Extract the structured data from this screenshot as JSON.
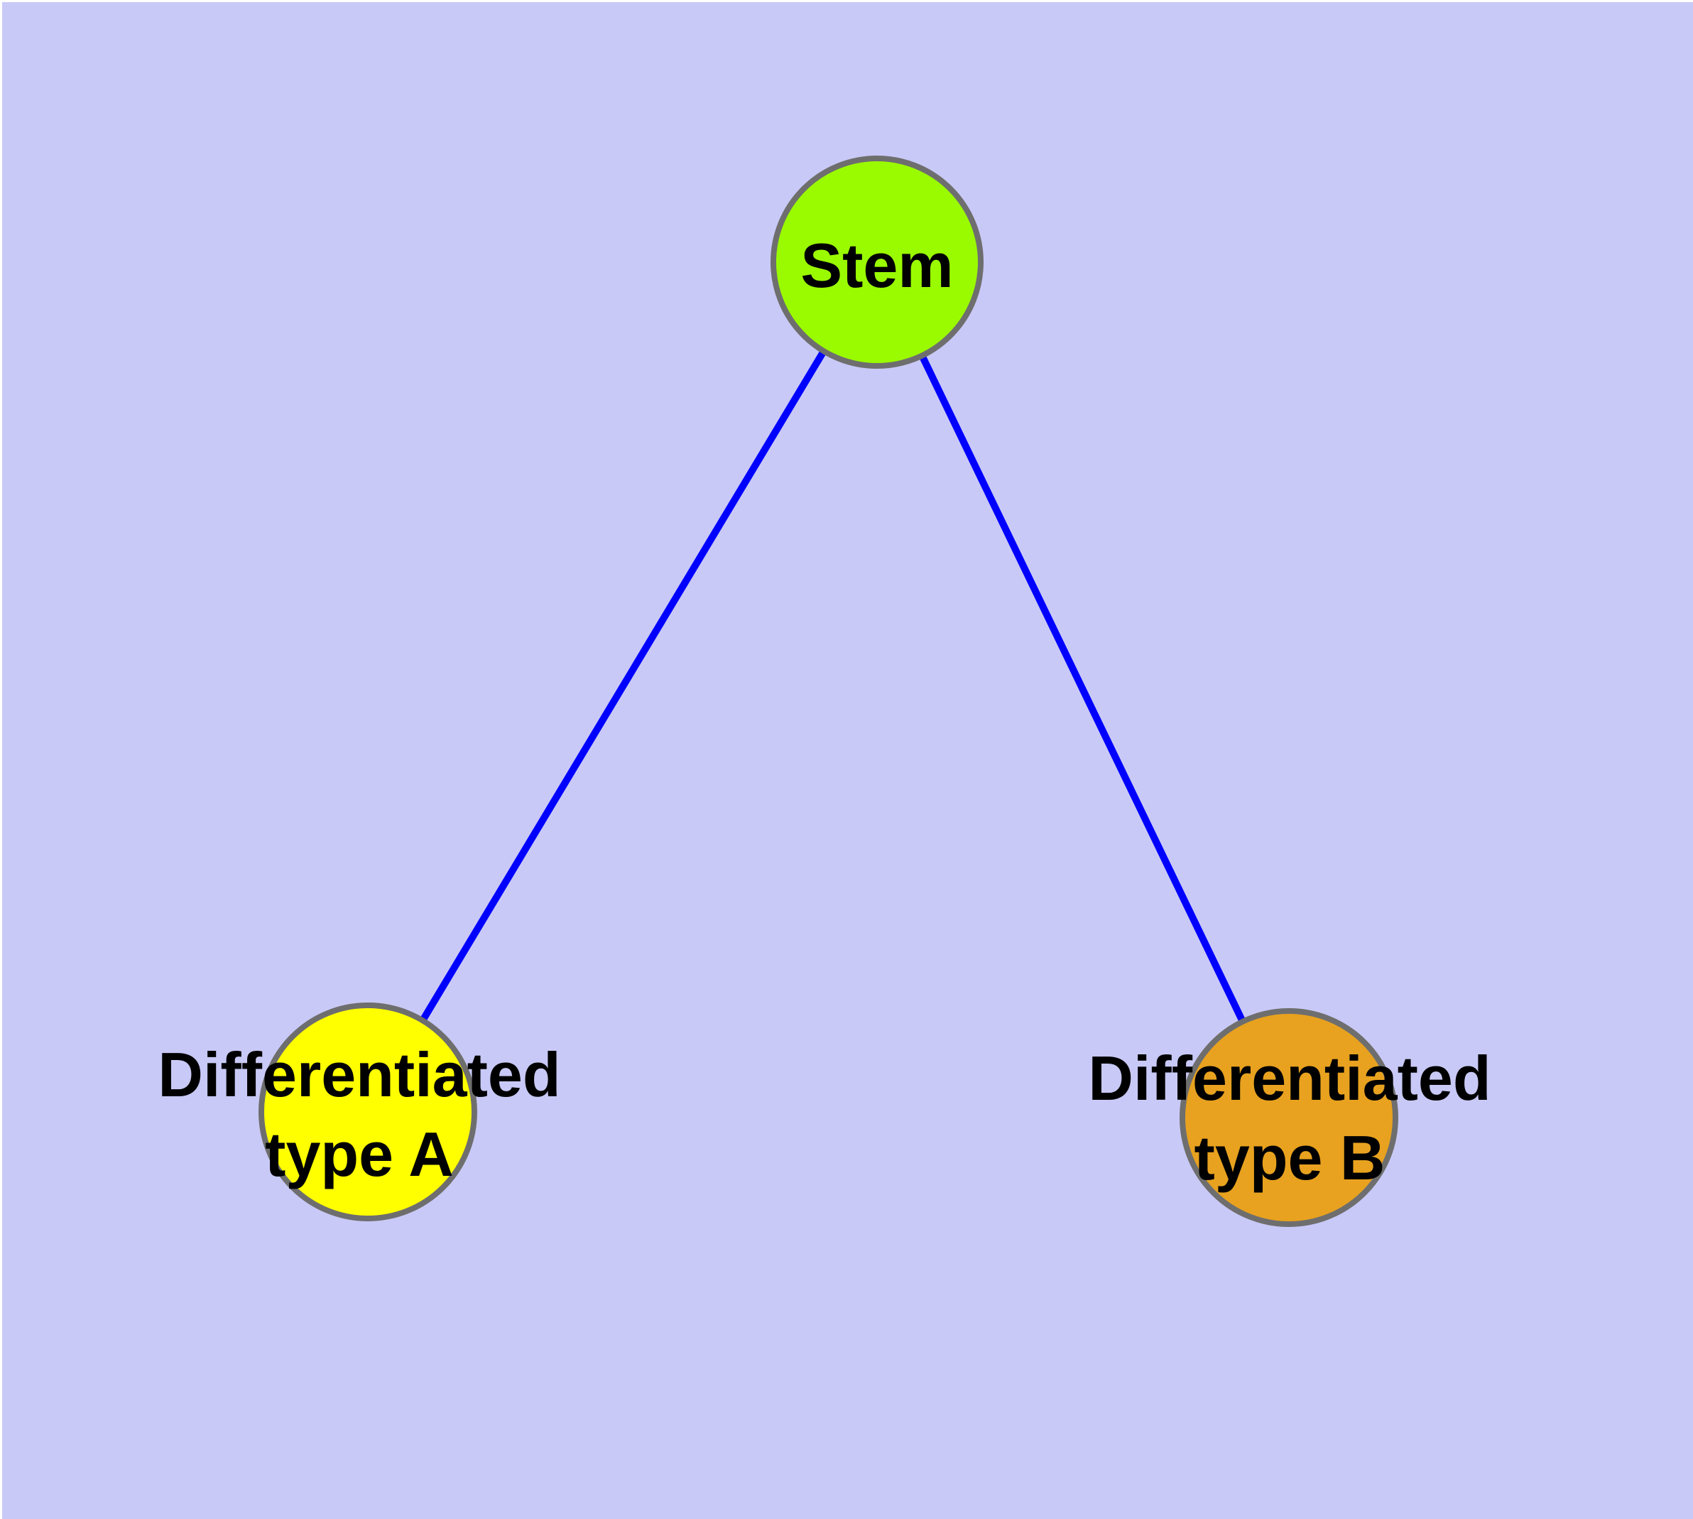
{
  "diagram": {
    "type": "graph",
    "directed": false,
    "background_color": "#c9c9f7",
    "frame_color": "#ffffff",
    "edge_color": "#0000ff",
    "node_border_color": "#6e6e6e",
    "text_color": "#000000",
    "nodes": [
      {
        "id": "stem",
        "label": "Stem",
        "lines": [
          "Stem"
        ],
        "fill": "#9afb00",
        "shape": "circle"
      },
      {
        "id": "differentiated-type-a",
        "label": "Differentiated type A",
        "lines": [
          "Differentiated",
          "type A"
        ],
        "fill": "#ffff00",
        "shape": "circle"
      },
      {
        "id": "differentiated-type-b",
        "label": "Differentiated type B",
        "lines": [
          "Differentiated",
          "type B"
        ],
        "fill": "#e8a21f",
        "shape": "circle"
      }
    ],
    "edges": [
      {
        "from": "Stem",
        "to": "Differentiated type A"
      },
      {
        "from": "Stem",
        "to": "Differentiated type B"
      }
    ]
  }
}
